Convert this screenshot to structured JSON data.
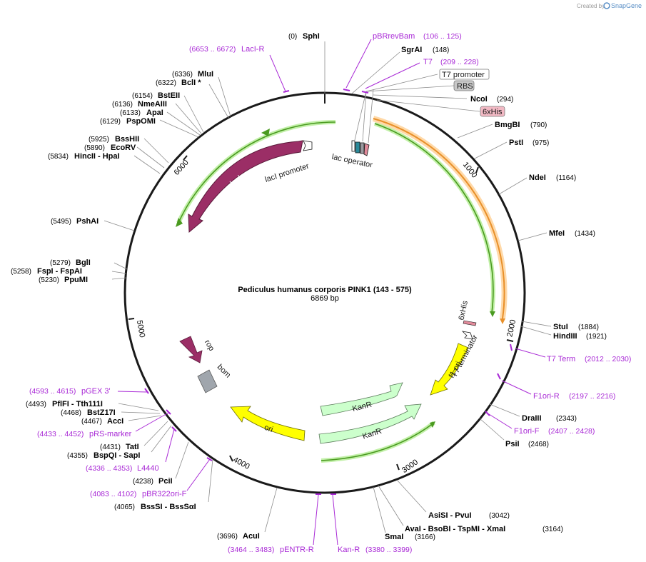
{
  "credit": {
    "prefix": "Created by",
    "brand": "SnapGene"
  },
  "plasmid": {
    "name": "Pediculus humanus corporis PINK1 (143 - 575)",
    "size": "6869 bp"
  },
  "ticks": [
    "1000",
    "2000",
    "3000",
    "4000",
    "5000",
    "6000"
  ],
  "features": {
    "lacI": "lacI",
    "lacI_promoter": "lacI promoter",
    "lac_operator": "lac operator",
    "rop": "rop",
    "bom": "bom",
    "ori": "ori",
    "kanR1": "KanR",
    "kanR2": "KanR",
    "f1_ori": "f1 ori",
    "t7_terminator": "T7 terminator",
    "his_c": "6xHis"
  },
  "callouts": {
    "t7_promoter": "T7 promoter",
    "rbs": "RBS",
    "his": "6xHis"
  },
  "enzymes": {
    "sphI": {
      "pos": "(0)",
      "name": "SphI"
    },
    "sgrAI": {
      "pos": "(148)",
      "name": "SgrAI"
    },
    "ncoI": {
      "pos": "(294)",
      "name": "NcoI"
    },
    "bmgBI": {
      "pos": "(790)",
      "name": "BmgBI"
    },
    "pstI": {
      "pos": "(975)",
      "name": "PstI"
    },
    "ndeI": {
      "pos": "(1164)",
      "name": "NdeI"
    },
    "mfeI": {
      "pos": "(1434)",
      "name": "MfeI"
    },
    "stuI": {
      "pos": "(1884)",
      "name": "StuI"
    },
    "hindIII": {
      "pos": "(1921)",
      "name": "HindIII"
    },
    "draIII": {
      "pos": "(2343)",
      "name": "DraIII"
    },
    "psiI": {
      "pos": "(2468)",
      "name": "PsiI"
    },
    "asiSI": {
      "pos": "(3042)",
      "name": "AsiSI - PvuI"
    },
    "avaI": {
      "pos": "(3164)",
      "name": "AvaI - BsoBI - TspMI - XmaI"
    },
    "smaI": {
      "pos": "(3166)",
      "name": "SmaI"
    },
    "acuI": {
      "pos": "(3696)",
      "name": "AcuI"
    },
    "bsaSI": {
      "pos": "(4065)",
      "name": "BssSI - BssSαI"
    },
    "pciI": {
      "pos": "(4238)",
      "name": "PciI"
    },
    "bspQI": {
      "pos": "(4355)",
      "name": "BspQI - SapI"
    },
    "tatI": {
      "pos": "(4431)",
      "name": "TatI"
    },
    "accI": {
      "pos": "(4467)",
      "name": "AccI"
    },
    "bstZ17I": {
      "pos": "(4468)",
      "name": "BstZ17I"
    },
    "pflFI": {
      "pos": "(4493)",
      "name": "PflFI - Tth111I"
    },
    "ppuMI": {
      "pos": "(5230)",
      "name": "PpuMI"
    },
    "fspI": {
      "pos": "(5258)",
      "name": "FspI - FspAI"
    },
    "bglI": {
      "pos": "(5279)",
      "name": "BglI"
    },
    "pshAI": {
      "pos": "(5495)",
      "name": "PshAI"
    },
    "hincII": {
      "pos": "(5834)",
      "name": "HincII - HpaI"
    },
    "ecoRV": {
      "pos": "(5890)",
      "name": "EcoRV"
    },
    "bssHII": {
      "pos": "(5925)",
      "name": "BssHII"
    },
    "pspOMI": {
      "pos": "(6129)",
      "name": "PspOMI"
    },
    "apaI": {
      "pos": "(6133)",
      "name": "ApaI"
    },
    "nmeAIII": {
      "pos": "(6136)",
      "name": "NmeAIII"
    },
    "bstEII": {
      "pos": "(6154)",
      "name": "BstEII"
    },
    "bclI": {
      "pos": "(6322)",
      "name": "BclI *"
    },
    "mluI": {
      "pos": "(6336)",
      "name": "MluI"
    }
  },
  "primers": {
    "pBRrevBam": {
      "name": "pBRrevBam",
      "range": "(106 .. 125)"
    },
    "t7": {
      "name": "T7",
      "range": "(209 .. 228)"
    },
    "laciR": {
      "name": "LacI-R",
      "range": "(6653 .. 6672)"
    },
    "t7term": {
      "name": "T7 Term",
      "range": "(2012 .. 2030)"
    },
    "f1oriR": {
      "name": "F1ori-R",
      "range": "(2197 .. 2216)"
    },
    "f1oriF": {
      "name": "F1ori-F",
      "range": "(2407 .. 2428)"
    },
    "kanR": {
      "name": "Kan-R",
      "range": "(3380 .. 3399)"
    },
    "pENTR": {
      "name": "pENTR-R",
      "range": "(3464 .. 3483)"
    },
    "pBR322": {
      "name": "pBR322ori-F",
      "range": "(4083 .. 4102)"
    },
    "l4440": {
      "name": "L4440",
      "range": "(4336 .. 4353)"
    },
    "pRS": {
      "name": "pRS-marker",
      "range": "(4433 .. 4452)"
    },
    "pGEX": {
      "name": "pGEX 3'",
      "range": "(4593 .. 4615)"
    }
  }
}
